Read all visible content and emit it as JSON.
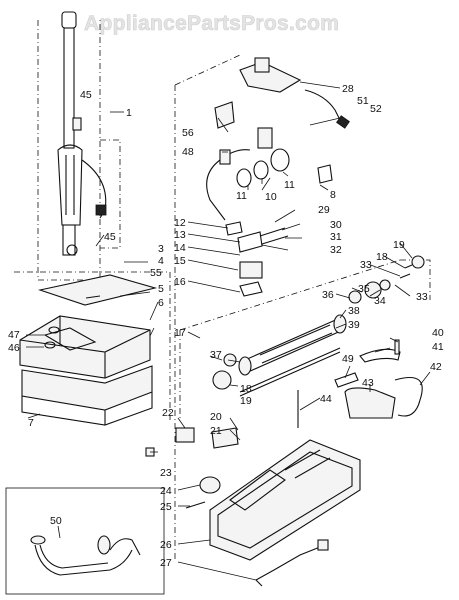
{
  "watermark": "AppliancePartsPros.com",
  "labels": {
    "l1": "1",
    "l3": "3",
    "l4": "4",
    "l5": "5",
    "l6": "6",
    "l7": "7",
    "l8": "8",
    "l10": "10",
    "l11a": "11",
    "l11b": "11",
    "l12": "12",
    "l13": "13",
    "l14": "14",
    "l15": "15",
    "l16": "16",
    "l17": "17",
    "l18a": "18",
    "l18b": "18",
    "l19a": "19",
    "l19b": "19",
    "l20": "20",
    "l21": "21",
    "l22": "22",
    "l23": "23",
    "l24": "24",
    "l25": "25",
    "l26": "26",
    "l27": "27",
    "l28": "28",
    "l29": "29",
    "l30": "30",
    "l31": "31",
    "l32": "32",
    "l33a": "33",
    "l33b": "33",
    "l34": "34",
    "l35": "35",
    "l36": "36",
    "l37": "37",
    "l38": "38",
    "l39": "39",
    "l40": "40",
    "l41": "41",
    "l42": "42",
    "l43": "43",
    "l44": "44",
    "l45a": "45",
    "l45b": "45",
    "l46": "46",
    "l47": "47",
    "l48": "48",
    "l49": "49",
    "l50": "50",
    "l51": "51",
    "l52": "52",
    "l55": "55",
    "l56": "56"
  }
}
